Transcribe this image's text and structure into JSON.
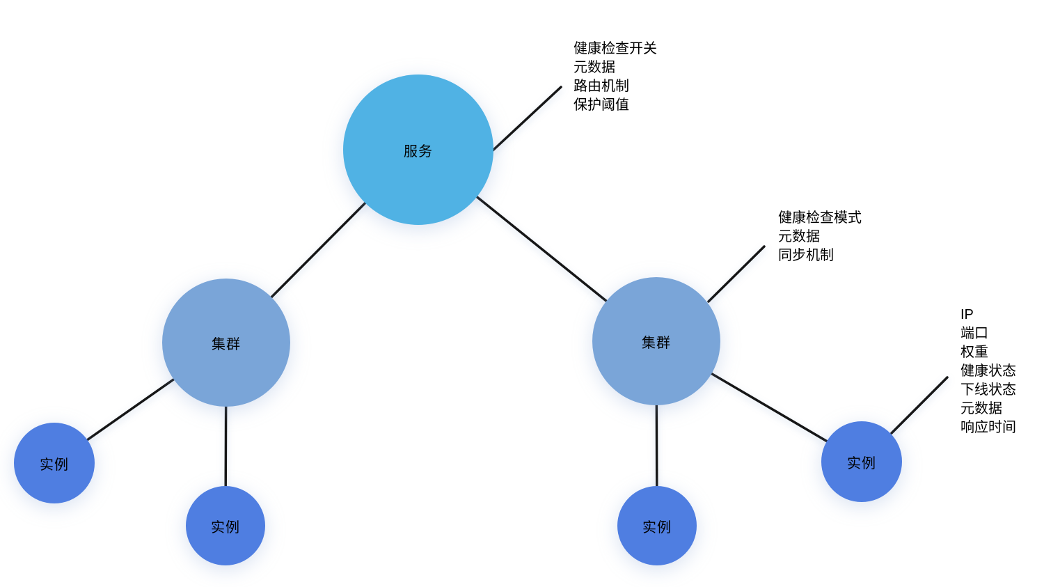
{
  "diagram": {
    "title": "service-cluster-instance-model",
    "palette": {
      "service_node": "#50b2e4",
      "cluster_node": "#7aa5d8",
      "instance_node": "#4f7ee1",
      "edge_stroke": "#151515",
      "text": "#000000",
      "background": "#ffffff"
    }
  },
  "nodes": [
    {
      "id": "service",
      "label": "服务",
      "level": "service"
    },
    {
      "id": "cluster-left",
      "label": "集群",
      "level": "cluster"
    },
    {
      "id": "cluster-right",
      "label": "集群",
      "level": "cluster"
    },
    {
      "id": "instance-1",
      "label": "实例",
      "level": "instance"
    },
    {
      "id": "instance-2",
      "label": "实例",
      "level": "instance"
    },
    {
      "id": "instance-3",
      "label": "实例",
      "level": "instance"
    },
    {
      "id": "instance-4",
      "label": "实例",
      "level": "instance"
    }
  ],
  "edges": [
    {
      "from": "service",
      "to": "service-properties-note"
    },
    {
      "from": "service",
      "to": "cluster-left"
    },
    {
      "from": "service",
      "to": "cluster-right"
    },
    {
      "from": "cluster-left",
      "to": "instance-1"
    },
    {
      "from": "cluster-left",
      "to": "instance-2"
    },
    {
      "from": "cluster-right",
      "to": "cluster-properties-note"
    },
    {
      "from": "cluster-right",
      "to": "instance-3"
    },
    {
      "from": "cluster-right",
      "to": "instance-4"
    },
    {
      "from": "instance-4",
      "to": "instance-properties-note"
    }
  ],
  "annotations": [
    {
      "id": "service-properties",
      "lines": [
        "健康检查开关",
        "元数据",
        "路由机制",
        "保护阈值"
      ]
    },
    {
      "id": "cluster-properties",
      "lines": [
        "健康检查模式",
        "元数据",
        "同步机制"
      ]
    },
    {
      "id": "instance-properties",
      "lines": [
        "IP",
        "端口",
        "权重",
        "健康状态",
        "下线状态",
        "元数据",
        "响应时间"
      ]
    }
  ]
}
